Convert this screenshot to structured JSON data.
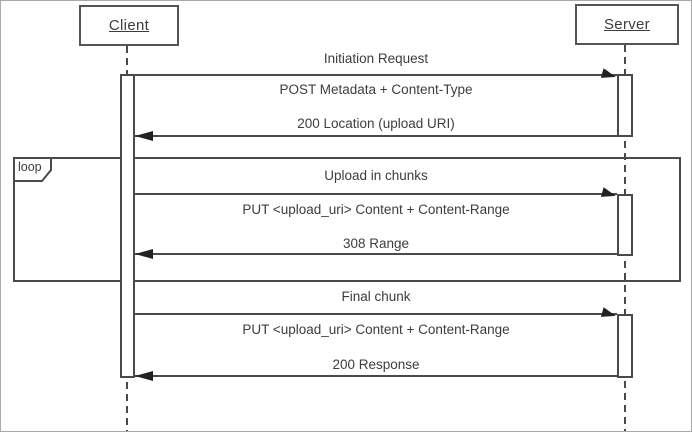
{
  "diagram": {
    "kind": "uml-sequence-diagram",
    "actors": {
      "client": {
        "label": "Client"
      },
      "server": {
        "label": "Server"
      }
    },
    "fragment": {
      "operator": "loop"
    },
    "messages": {
      "initiation_title": "Initiation Request",
      "initiation_request": "POST Metadata + Content-Type",
      "initiation_response": "200 Location (upload URI)",
      "loop_title": "Upload in chunks",
      "loop_request": "PUT <upload_uri> Content + Content-Range",
      "loop_response": "308 Range",
      "final_title": "Final chunk",
      "final_request": "PUT <upload_uri> Content + Content-Range",
      "final_response": "200 Response"
    },
    "colors": {
      "line": "#4a4a4a",
      "text": "#3d3d3d",
      "actor_border": "#555555",
      "page_border": "#a9a9a9",
      "background": "#ffffff"
    }
  }
}
